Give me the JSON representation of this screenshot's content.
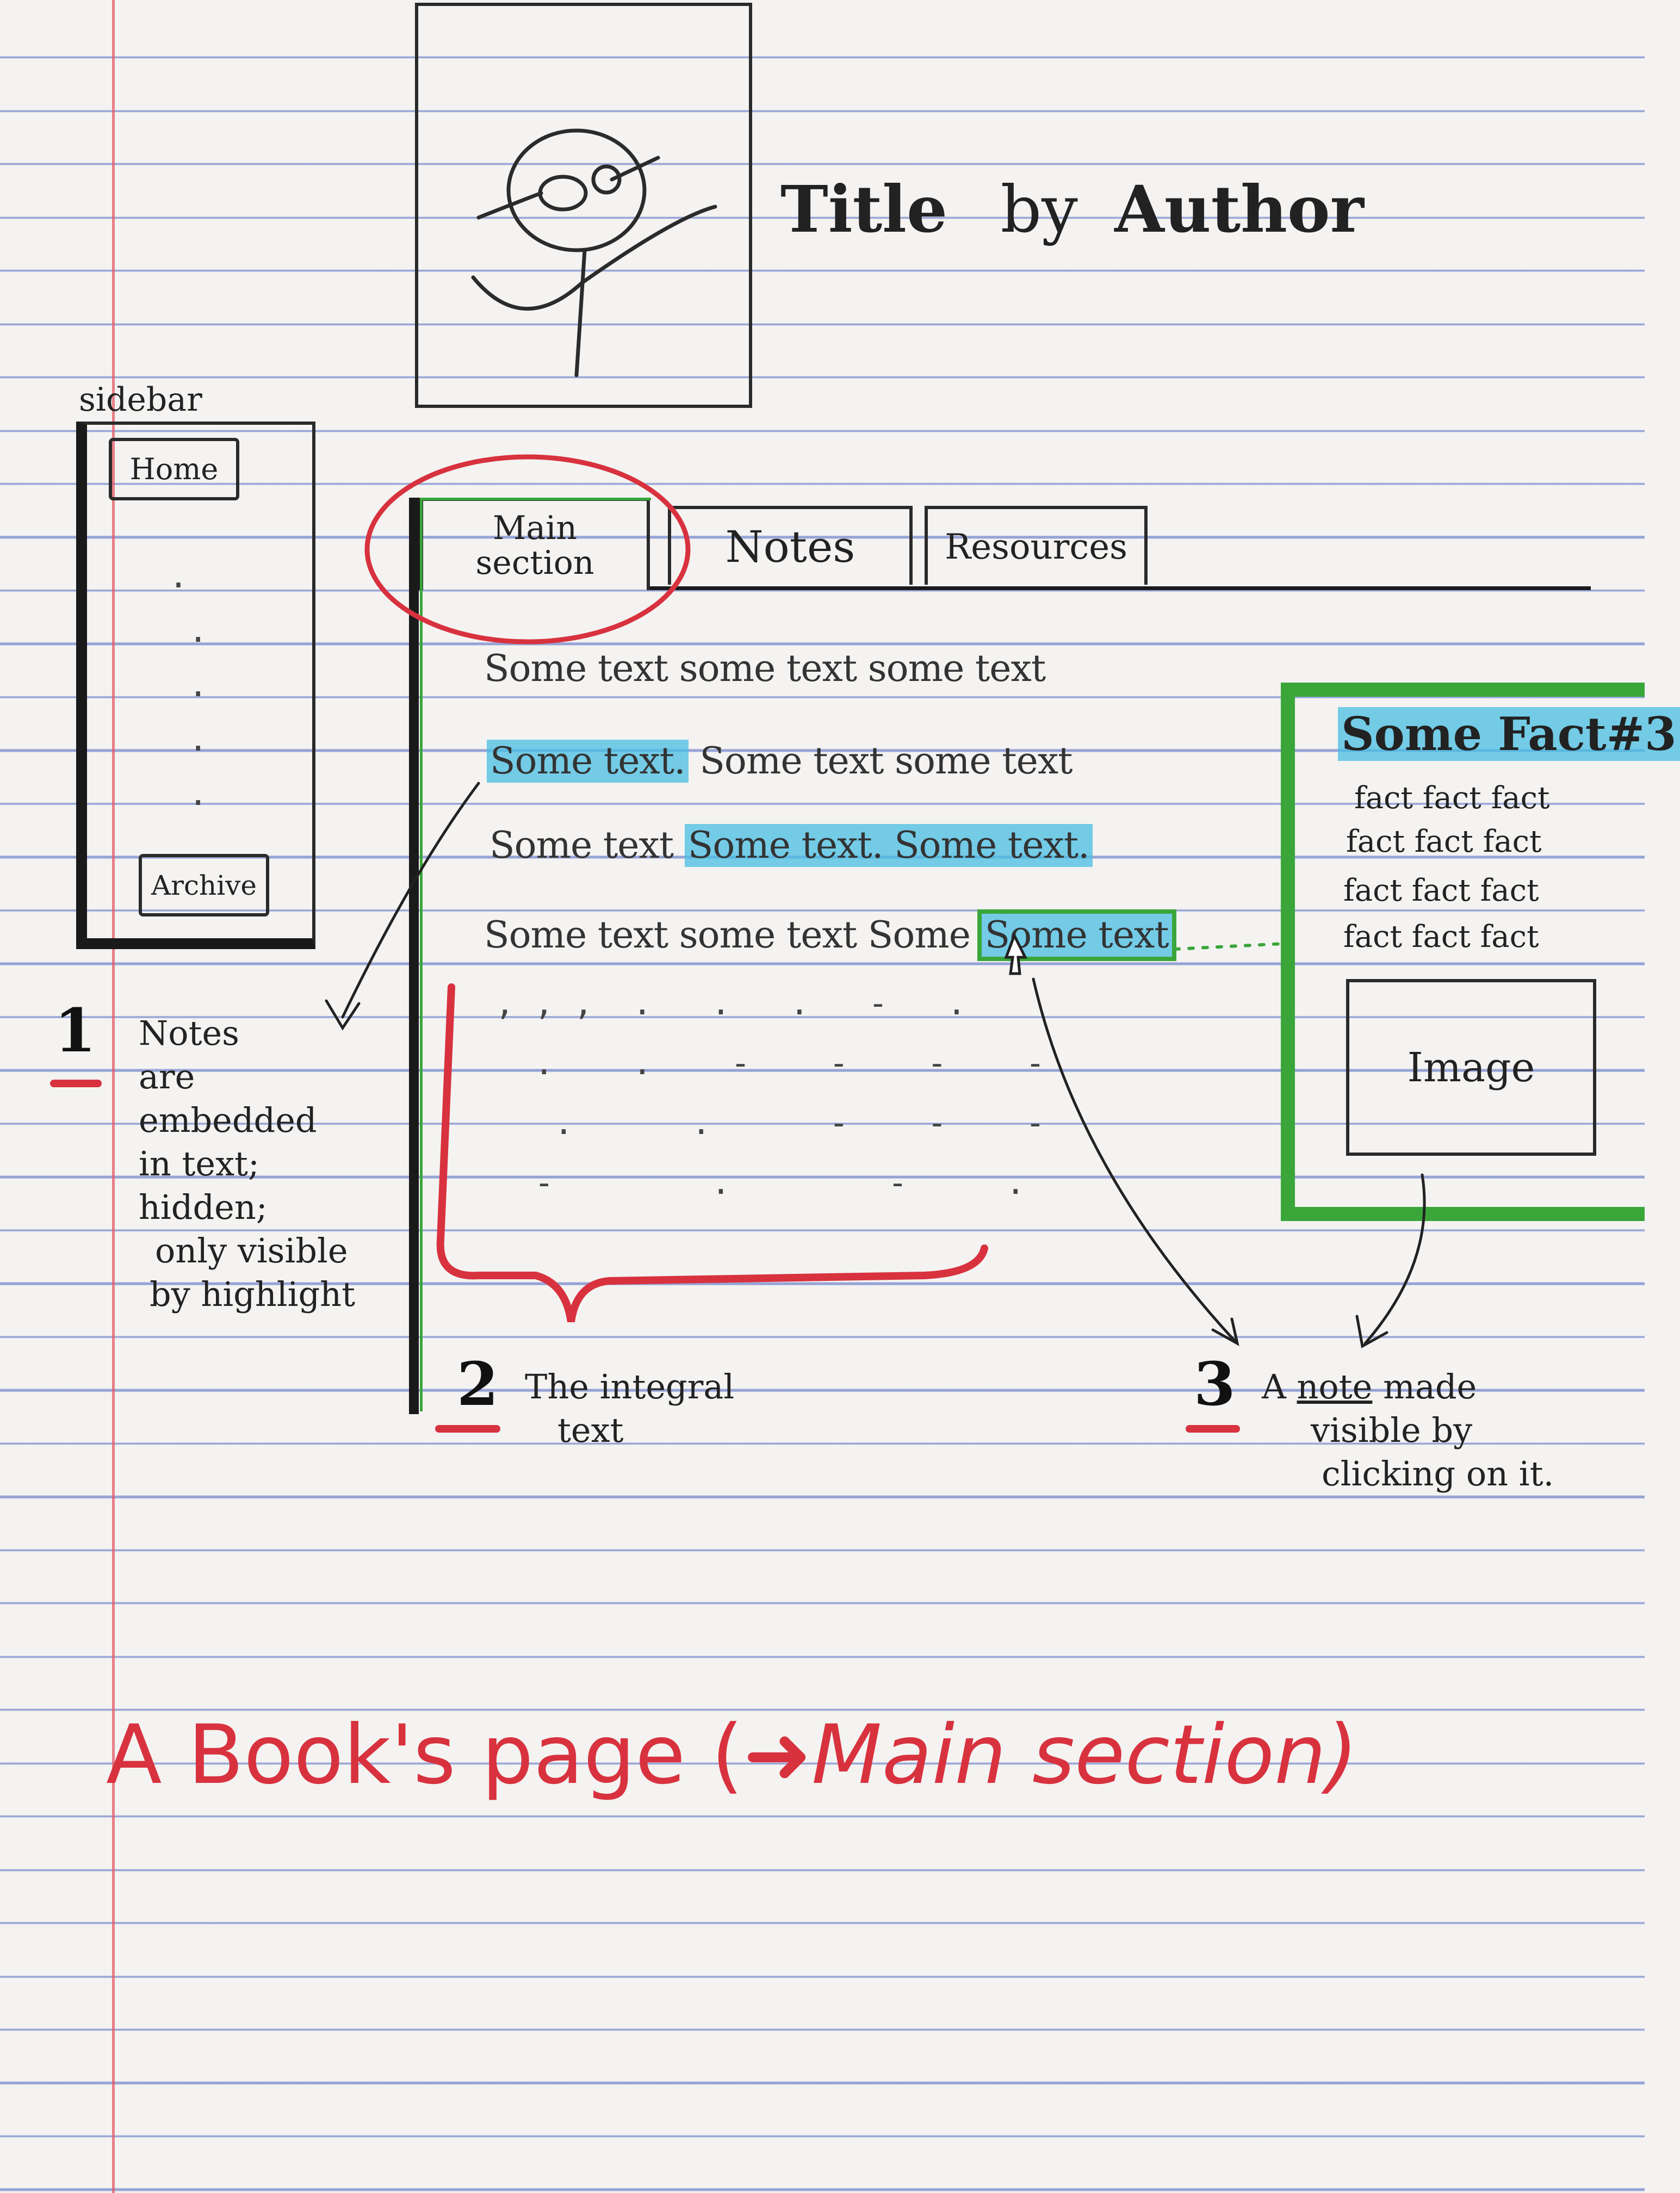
{
  "header": {
    "title_word": "Title",
    "by_word": "by",
    "author_word": "Author"
  },
  "sidebar": {
    "label": "sidebar",
    "home_button": "Home",
    "archive_button": "Archive"
  },
  "tabs": [
    {
      "label": "Main section"
    },
    {
      "label": "Notes"
    },
    {
      "label": "Resources"
    }
  ],
  "main_text": {
    "line1": "Some text some text some text",
    "line2_highlight": "Some text.",
    "line2_rest": " Some text some text",
    "line3_start": "Some text ",
    "line3_highlight": "Some text. Some text.",
    "line4_start": "Some text some text Some ",
    "line4_note": "Some text"
  },
  "fact_panel": {
    "title": "Some Fact#3",
    "lines": [
      "fact fact fact",
      "fact fact fact",
      "fact fact fact",
      "fact fact fact"
    ],
    "image_label": "Image"
  },
  "annotations": {
    "one": {
      "number": "1",
      "text": [
        "Notes",
        "are",
        "embedded",
        "in text;",
        "hidden;",
        "only visible",
        "by highlight"
      ]
    },
    "two": {
      "number": "2",
      "text": [
        "The integral",
        "text"
      ]
    },
    "three": {
      "number": "3",
      "text_start": "A ",
      "text_underlined": "note",
      "text_end": " made",
      "text_lines": [
        "visible by",
        "clicking on it."
      ]
    }
  },
  "caption": "A Book's page (",
  "caption_end": "Main section)",
  "colors": {
    "ink": "#222222",
    "red": "#d8323f",
    "green": "#3aa63a",
    "highlight_blue": "#48bee2",
    "rule_blue": "#465fbe"
  }
}
